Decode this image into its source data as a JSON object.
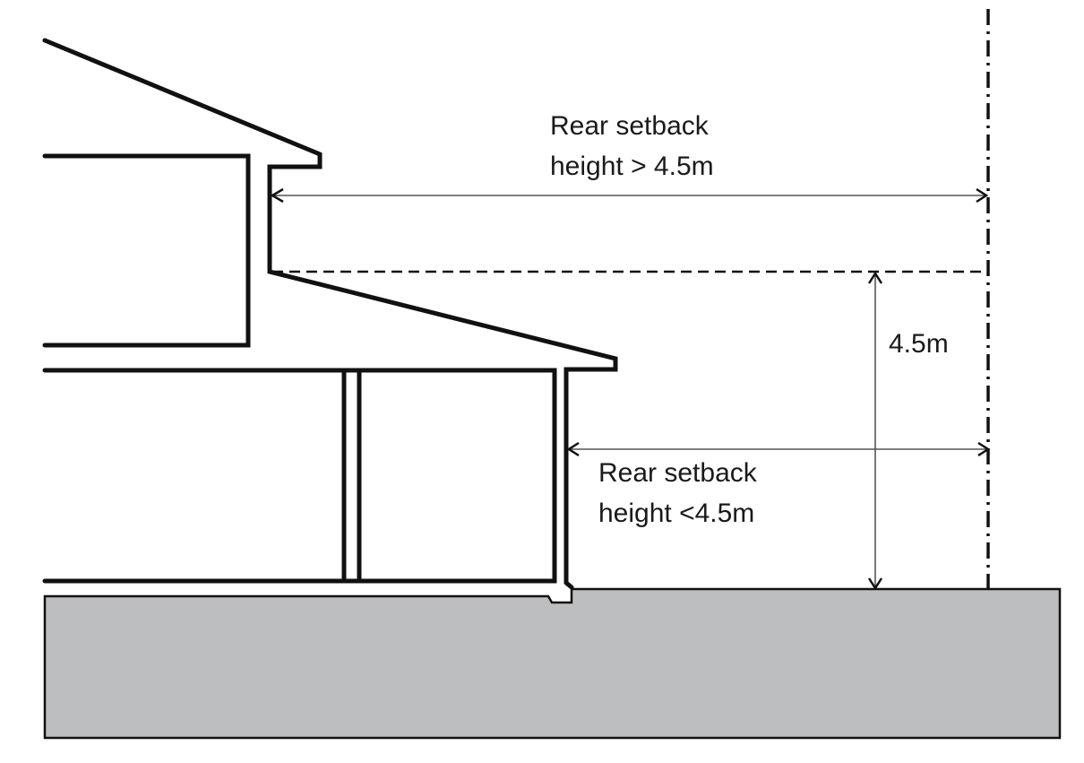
{
  "diagram": {
    "upper_label": {
      "line1": "Rear setback",
      "line2": "height > 4.5m"
    },
    "height_label": "4.5m",
    "lower_label": {
      "line1": "Rear setback",
      "line2": "height <4.5m"
    },
    "colors": {
      "ground": "#bdbec0",
      "lines": "#111111"
    }
  }
}
